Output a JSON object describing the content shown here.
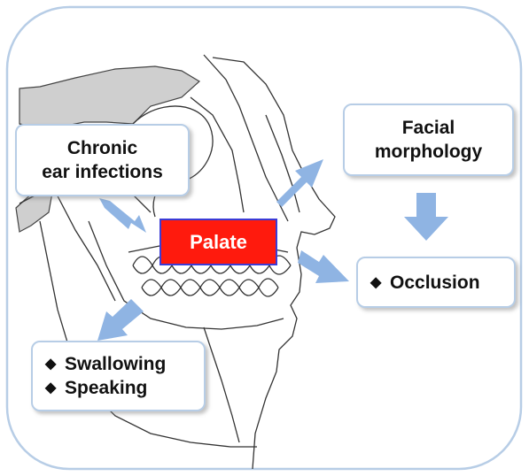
{
  "frame": {
    "border_color": "#b7cde6"
  },
  "labels": {
    "ear_line1": "Chronic",
    "ear_line2": "ear infections",
    "facial_line1": "Facial",
    "facial_line2": "morphology",
    "palate": "Palate",
    "occlusion": "Occlusion",
    "swallowing": "Swallowing",
    "speaking": "Speaking",
    "bullet": "◆"
  },
  "colors": {
    "palate_fill": "#ff1a0d",
    "palate_border": "#3b3bd6",
    "arrow": "#8fb4e3",
    "box_border": "#b7cde6",
    "shade": "#cfcfcf"
  },
  "icons": [
    "arrow-icon",
    "diamond-bullet-icon"
  ]
}
